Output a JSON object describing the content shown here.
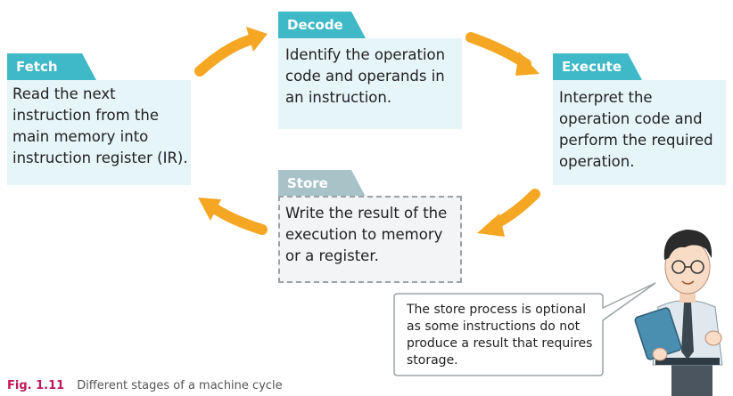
{
  "stages": {
    "fetch": {
      "title": "Fetch",
      "text": "Read the next instruction from the main memory into instruction register (IR)."
    },
    "decode": {
      "title": "Decode",
      "text": "Identify the operation code and operands in an instruction."
    },
    "execute": {
      "title": "Execute",
      "text": "Interpret the operation code and perform the required operation."
    },
    "store": {
      "title": "Store",
      "text": "Write the result of the execution to memory or a register."
    }
  },
  "note": "The store process is optional as some instructions do not produce a result that requires storage.",
  "caption": {
    "label": "Fig. 1.11",
    "text": "Different stages of a machine cycle"
  },
  "colors": {
    "tab": "#3fb8c7",
    "card": "#e6f5f8",
    "arrow": "#f5a623",
    "caption_label": "#c2185b"
  },
  "icons": [
    "teacher-illustration"
  ]
}
